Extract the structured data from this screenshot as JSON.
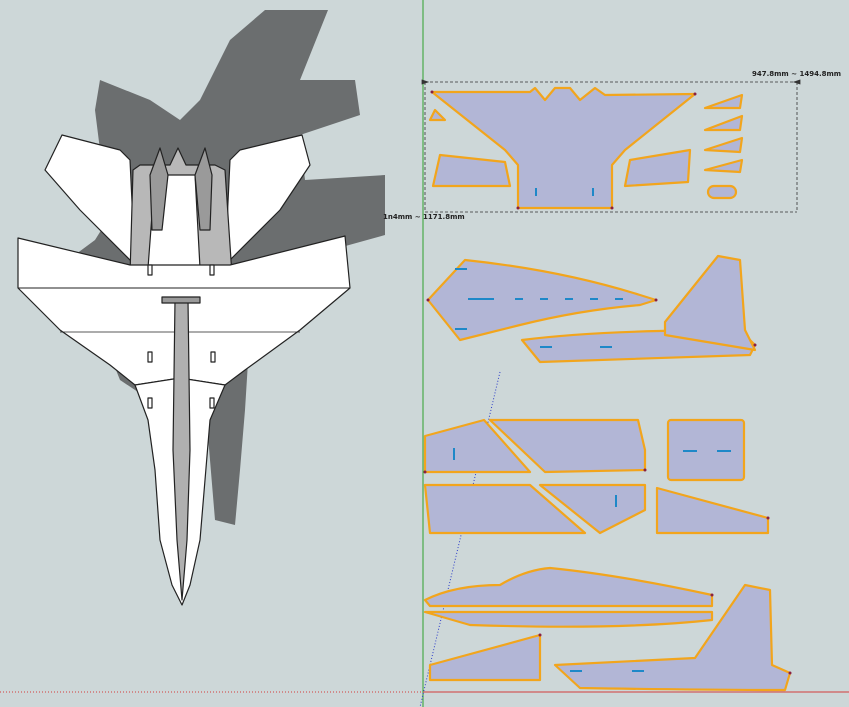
{
  "app": {
    "view": "3D model viewport",
    "background_color": "#cdd7d8"
  },
  "dimensions": {
    "width_label": "947.8mm ~ 1494.8mm",
    "height_label": "1n4mm ~ 1171.8mm"
  },
  "colors": {
    "part_fill": "#b2b6d6",
    "part_outline": "#f2a51c",
    "shadow": "#6b6e6f",
    "model_fill": "#ffffff",
    "model_gray": "#b8b8b8",
    "axis_green": "#2ea02e",
    "axis_red": "#d23c3c",
    "axis_blue": "#2c3cc8",
    "slot": "#1e88c8"
  },
  "model": {
    "name": "jet-aircraft-assembly"
  },
  "parts": [
    "wing-center-section",
    "fuselage-side-left",
    "fuselage-bottom",
    "fuselage-top",
    "vertical-tail",
    "cutout-panel-set"
  ]
}
